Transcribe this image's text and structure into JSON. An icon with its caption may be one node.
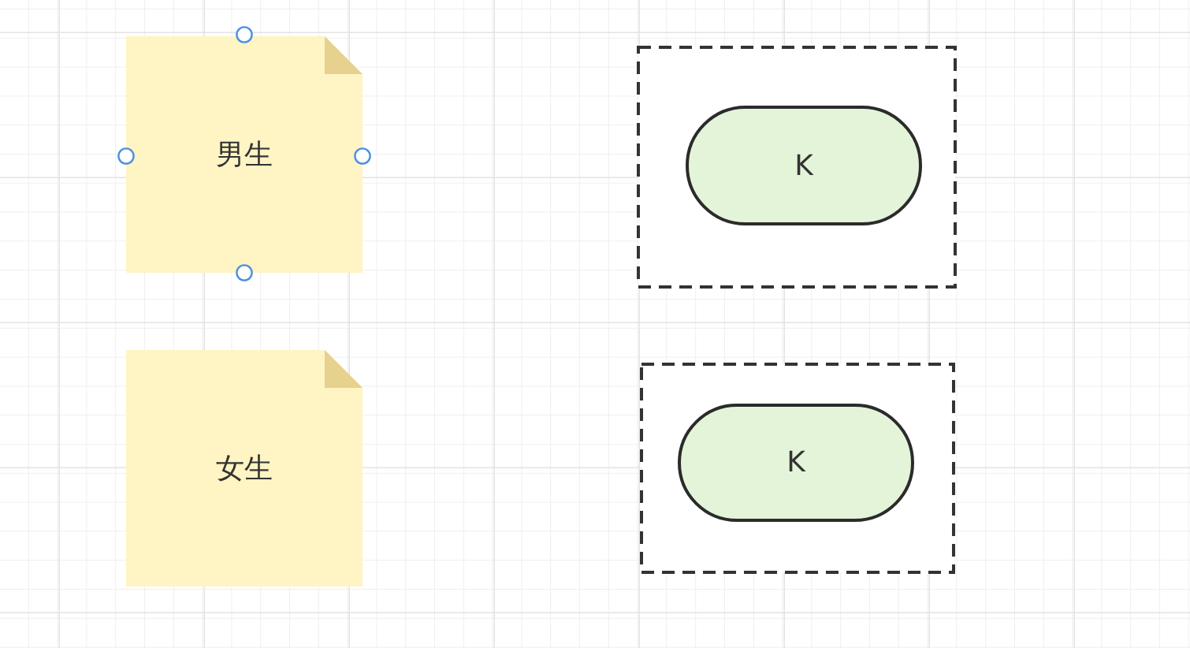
{
  "diagram": {
    "nodes": [
      {
        "text": [
          "男生"
        ]
      },
      {
        "text": [
          "女生"
        ]
      },
      {
        "text": [],
        "shape": "box"
      },
      {
        "text": [
          "K"
        ],
        "in": 2
      },
      {
        "text": [],
        "shape": "box"
      },
      {
        "text": [
          "K"
        ],
        "in": 4
      }
    ]
  }
}
